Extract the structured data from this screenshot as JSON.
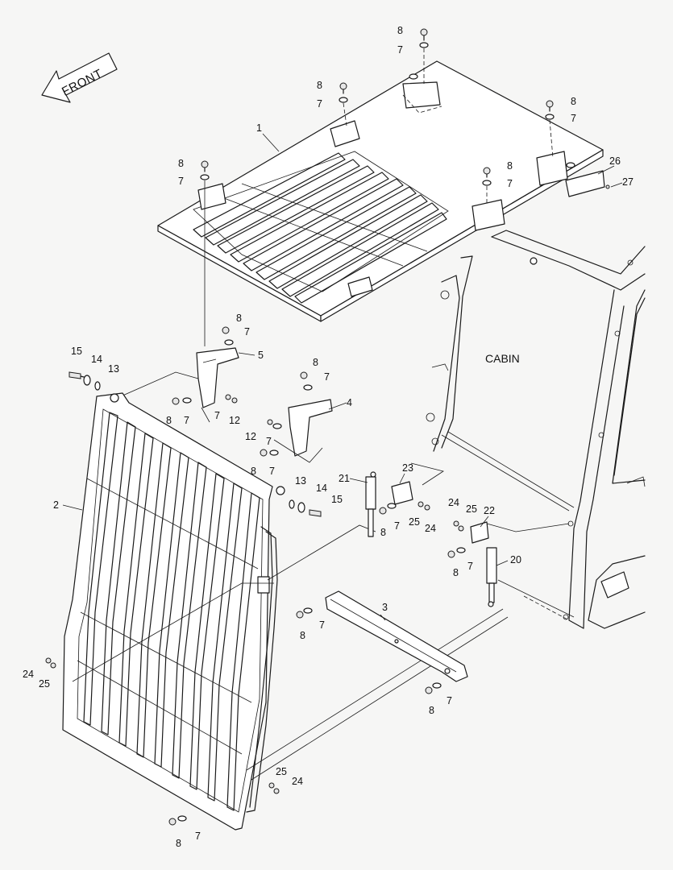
{
  "diagram": {
    "front_label": "FRONT",
    "cabin_label": "CABIN",
    "callouts": {
      "c1": "1",
      "c2": "2",
      "c3": "3",
      "c4": "4",
      "c5": "5",
      "c7": "7",
      "c8": "8",
      "c12": "12",
      "c13": "13",
      "c14": "14",
      "c15": "15",
      "c20": "20",
      "c21": "21",
      "c22": "22",
      "c23": "23",
      "c24": "24",
      "c25": "25",
      "c26": "26",
      "c27": "27"
    }
  }
}
